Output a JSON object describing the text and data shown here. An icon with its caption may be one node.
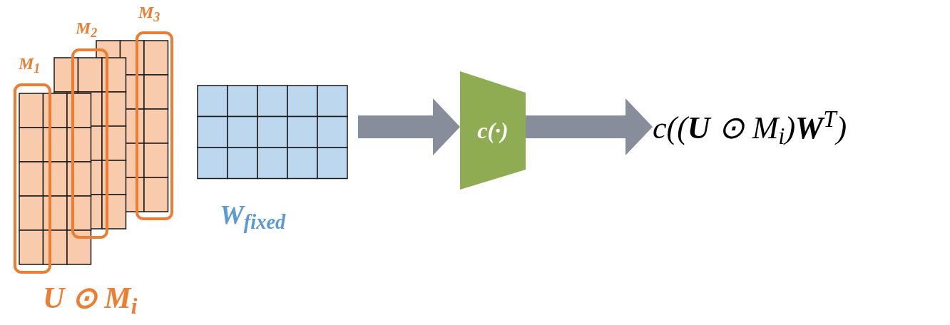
{
  "diagram": {
    "nodes": [
      {
        "text": [
          "U ⊙ M$_{i}$"
        ]
      },
      {
        "text": [
          "W$_{fixed}$"
        ]
      },
      {
        "text": [
          "c(·)"
        ]
      },
      {
        "text": [
          "c((**U** ⊙ M$_{i}$)**W**$^{T}$)"
        ]
      }
    ],
    "edges": [
      {
        "from": 1,
        "to": 2,
        "arrow": "to"
      },
      {
        "from": 2,
        "to": 3,
        "arrow": "to"
      }
    ],
    "labels": [
      "M$_{1}$",
      "M$_{2}$",
      "M$_{3}$"
    ]
  }
}
